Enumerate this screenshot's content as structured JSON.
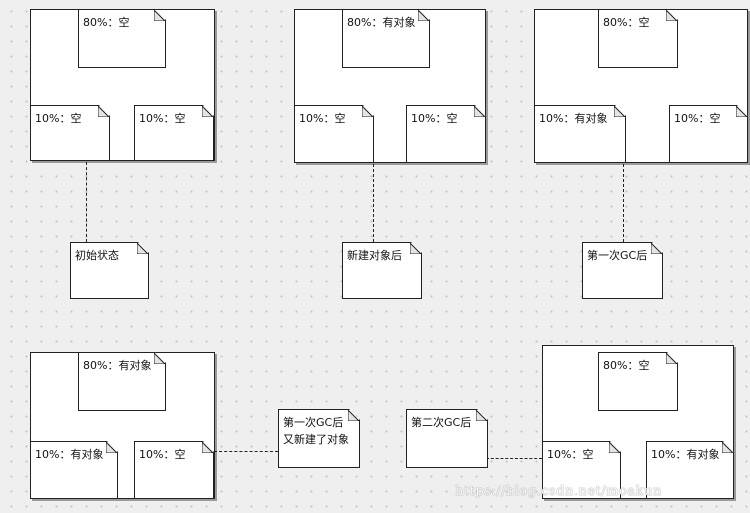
{
  "diagrams": [
    {
      "eden": "80%：空",
      "from": "10%：空",
      "to": "10%：空",
      "caption": "初始状态"
    },
    {
      "eden": "80%：有对象",
      "from": "10%：空",
      "to": "10%：空",
      "caption": "新建对象后"
    },
    {
      "eden": "80%：空",
      "from": "10%：有对象",
      "to": "10%：空",
      "caption": "第一次GC后"
    },
    {
      "eden": "80%：有对象",
      "from": "10%：有对象",
      "to": "10%：空",
      "caption": "第一次GC后\n又新建了对象"
    },
    {
      "eden": "80%：空",
      "from": "10%：空",
      "to": "10%：有对象",
      "caption": "第二次GC后"
    }
  ],
  "watermark": "https://blog.csdn.net/moakun"
}
